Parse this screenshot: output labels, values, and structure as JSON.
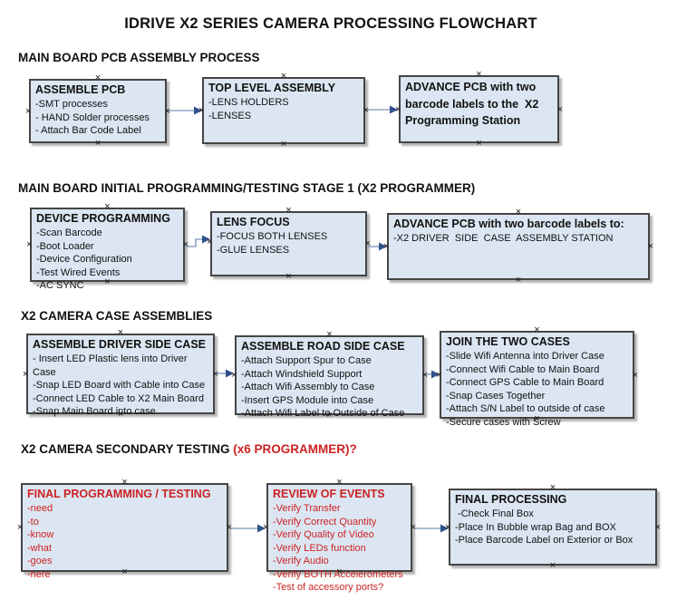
{
  "page_title": "IDRIVE X2  SERIES CAMERA PROCESSING FLOWCHART",
  "colors": {
    "fill": "#dce6f2",
    "border": "#454545",
    "line": "#8ea6c4",
    "arrow": "#31518c",
    "red": "#cc2222"
  },
  "glyphs": {
    "handle": "×"
  },
  "sections": {
    "s1": {
      "heading": "MAIN BOARD PCB ASSEMBLY PROCESS"
    },
    "s2": {
      "heading": "MAIN BOARD INITIAL PROGRAMMING/TESTING STAGE 1 (X2 PROGRAMMER)"
    },
    "s3": {
      "heading": "X2 CAMERA CASE ASSEMBLIES"
    },
    "s4": {
      "heading": "X2 CAMERA SECONDARY TESTING",
      "heading_red": " (x6 PROGRAMMER)?"
    }
  },
  "boxes": {
    "assemble_pcb": {
      "title": "ASSEMBLE PCB",
      "items": [
        "-SMT processes",
        "- HAND Solder processes",
        "- Attach Bar Code Label"
      ]
    },
    "top_level_assembly": {
      "title": "TOP LEVEL ASSEMBLY",
      "items": [
        "-LENS HOLDERS",
        "-LENSES"
      ]
    },
    "advance_pcb_station": {
      "title": "ADVANCE PCB with two barcode labels to the  X2 Programming Station",
      "items": []
    },
    "device_programming": {
      "title": "DEVICE PROGRAMMING",
      "items": [
        "-Scan Barcode",
        "-Boot Loader",
        "-Device Configuration",
        "-Test Wired Events",
        "-AC SYNC"
      ]
    },
    "lens_focus": {
      "title": "LENS FOCUS",
      "items": [
        "-FOCUS BOTH LENSES",
        "-GLUE LENSES"
      ]
    },
    "advance_pcb_driver": {
      "title": "ADVANCE PCB with two barcode labels to:",
      "items": [
        "-X2 DRIVER  SIDE  CASE  ASSEMBLY STATION"
      ]
    },
    "assemble_driver_side_case": {
      "title": "ASSEMBLE DRIVER SIDE CASE",
      "items": [
        "- Insert LED Plastic lens into Driver Case",
        "-Snap LED Board with Cable into Case",
        "-Connect LED Cable to X2 Main Board",
        "-Snap Main Board into case"
      ]
    },
    "assemble_road_side_case": {
      "title": "ASSEMBLE ROAD SIDE CASE",
      "items": [
        "-Attach Support Spur to Case",
        "-Attach Windshield Support",
        "-Attach Wifi Assembly to Case",
        "-Insert GPS Module into Case",
        "-Attach Wifi Label to Outside of Case"
      ]
    },
    "join_the_two_cases": {
      "title": "JOIN THE TWO CASES",
      "items": [
        "-Slide Wifi Antenna into Driver Case",
        "-Connect Wifi Cable to Main Board",
        "-Connect GPS Cable to Main Board",
        "-Snap Cases Together",
        "-Attach S/N Label to outside of case",
        "-Secure cases with Screw"
      ]
    },
    "final_programming_testing": {
      "title": "FINAL PROGRAMMING / TESTING",
      "items": [
        "-need",
        "-to",
        "-know",
        "-what",
        "-goes",
        "-here"
      ]
    },
    "review_of_events": {
      "title": "REVIEW OF EVENTS",
      "items": [
        "-Verify Transfer",
        "-Verify Correct Quantity",
        "-Verify Quality of Video",
        "-Verify LEDs function",
        "-Verify Audio",
        "-Verify BOTH Accelerometers",
        "-Test of accessory ports?"
      ]
    },
    "final_processing": {
      "title": "FINAL PROCESSING",
      "items": [
        " -Check Final Box",
        "-Place In Bubble wrap Bag and BOX",
        "-Place Barcode Label on Exterior or Box"
      ]
    }
  }
}
